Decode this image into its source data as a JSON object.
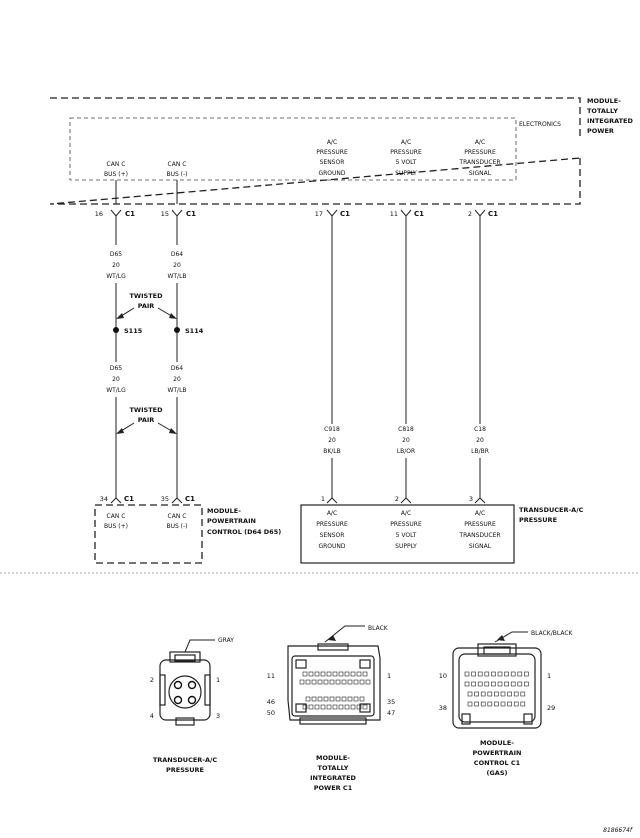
{
  "modules": {
    "tipm": {
      "lines": [
        "MODULE-",
        "TOTALLY",
        "INTEGRATED",
        "POWER"
      ]
    },
    "electronics": "ELECTRONICS",
    "pcm": {
      "lines": [
        "MODULE-",
        "POWERTRAIN",
        "CONTROL (D64 D65)"
      ]
    },
    "transducer": {
      "lines": [
        "TRANSDUCER-A/C",
        "PRESSURE"
      ]
    }
  },
  "tipm_labels": [
    {
      "lines": [
        "CAN C",
        "BUS (+)"
      ]
    },
    {
      "lines": [
        "CAN C",
        "BUS (-)"
      ]
    },
    {
      "lines": [
        "A/C",
        "PRESSURE",
        "SENSOR",
        "GROUND"
      ]
    },
    {
      "lines": [
        "A/C",
        "PRESSURE",
        "5 VOLT",
        "SUPPLY"
      ]
    },
    {
      "lines": [
        "A/C",
        "PRESSURE",
        "TRANSDUCER",
        "SIGNAL"
      ]
    }
  ],
  "tipm_pins": [
    {
      "num": "16",
      "conn": "C1"
    },
    {
      "num": "15",
      "conn": "C1"
    },
    {
      "num": "17",
      "conn": "C1"
    },
    {
      "num": "11",
      "conn": "C1"
    },
    {
      "num": "2",
      "conn": "C1"
    }
  ],
  "upper_wires": [
    {
      "lines": [
        "D65",
        "20",
        "WT/LG"
      ]
    },
    {
      "lines": [
        "D64",
        "20",
        "WT/LB"
      ]
    }
  ],
  "lower_wires": [
    {
      "lines": [
        "D65",
        "20",
        "WT/LG"
      ]
    },
    {
      "lines": [
        "D64",
        "20",
        "WT/LB"
      ]
    }
  ],
  "twisted_pair": [
    "TWISTED",
    "PAIR"
  ],
  "splices": [
    "S115",
    "S114"
  ],
  "sensor_wires": [
    {
      "lines": [
        "C918",
        "20",
        "BK/LB"
      ]
    },
    {
      "lines": [
        "C818",
        "20",
        "LB/OR"
      ]
    },
    {
      "lines": [
        "C18",
        "20",
        "LB/BR"
      ]
    }
  ],
  "pcm_pins": [
    {
      "num": "34",
      "conn": "C1"
    },
    {
      "num": "35",
      "conn": "C1"
    }
  ],
  "pcm_labels": [
    {
      "lines": [
        "CAN C",
        "BUS (+)"
      ]
    },
    {
      "lines": [
        "CAN C",
        "BUS (-)"
      ]
    }
  ],
  "transducer_pins": [
    "1",
    "2",
    "3"
  ],
  "transducer_labels": [
    {
      "lines": [
        "A/C",
        "PRESSURE",
        "SENSOR",
        "GROUND"
      ]
    },
    {
      "lines": [
        "A/C",
        "PRESSURE",
        "5 VOLT",
        "SUPPLY"
      ]
    },
    {
      "lines": [
        "A/C",
        "PRESSURE",
        "TRANSDUCER",
        "SIGNAL"
      ]
    }
  ],
  "connectors": [
    {
      "color": "GRAY",
      "pins": [
        "2",
        "1",
        "4",
        "3"
      ],
      "title": [
        "TRANSDUCER-A/C",
        "PRESSURE"
      ]
    },
    {
      "color": "BLACK",
      "pins": [
        "11",
        "1",
        "46",
        "50",
        "35",
        "47"
      ],
      "title": [
        "MODULE-",
        "TOTALLY",
        "INTEGRATED",
        "POWER C1"
      ]
    },
    {
      "color": "BLACK/BLACK",
      "pins": [
        "10",
        "1",
        "38",
        "29"
      ],
      "title": [
        "MODULE-",
        "POWERTRAIN",
        "CONTROL C1",
        "(GAS)"
      ]
    }
  ],
  "figure_id": "8186674f"
}
